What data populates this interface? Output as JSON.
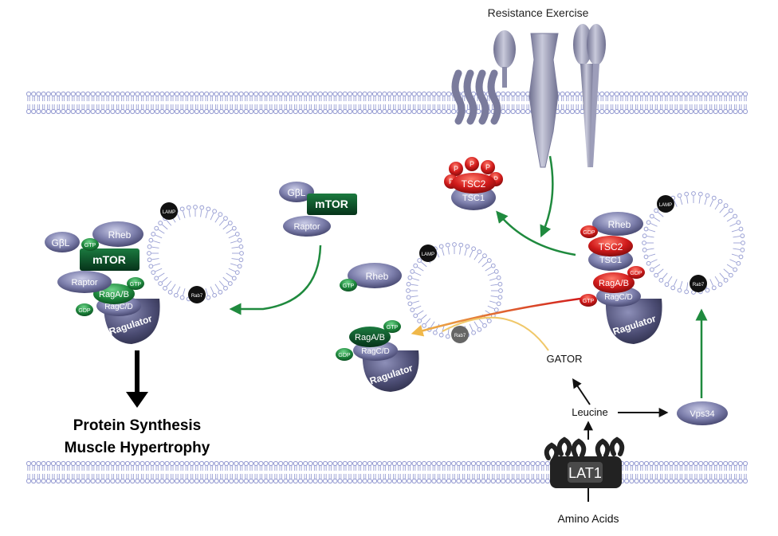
{
  "labels": {
    "resistance_exercise": "Resistance Exercise",
    "gator": "GATOR",
    "leucine": "Leucine",
    "amino_acids": "Amino Acids",
    "protein_synthesis": "Protein Synthesis",
    "muscle_hypertrophy": "Muscle Hypertrophy"
  },
  "molecules": {
    "mtor": "mTOR",
    "gbl": "GβL",
    "raptor": "Raptor",
    "rheb": "Rheb",
    "tsc1": "TSC1",
    "tsc2": "TSC2",
    "raga_b": "RagA/B",
    "ragc_d": "RagC/D",
    "ragulator": "Ragulator",
    "lamp": "LAMP",
    "rab7": "Rab7",
    "gtp": "GTP",
    "gdp": "GDP",
    "phospho": "P",
    "vps34": "Vps34",
    "lat1": "LAT1"
  },
  "colors": {
    "membrane": "#9aa0d4",
    "protein": "#6e6f99",
    "mtor_green": "#0e5a2c",
    "gtp_green": "#1f8a3e",
    "tsc_red": "#c7191b",
    "arrow_green": "#1f8a3e",
    "arrow_orange": "#e8a83a"
  }
}
